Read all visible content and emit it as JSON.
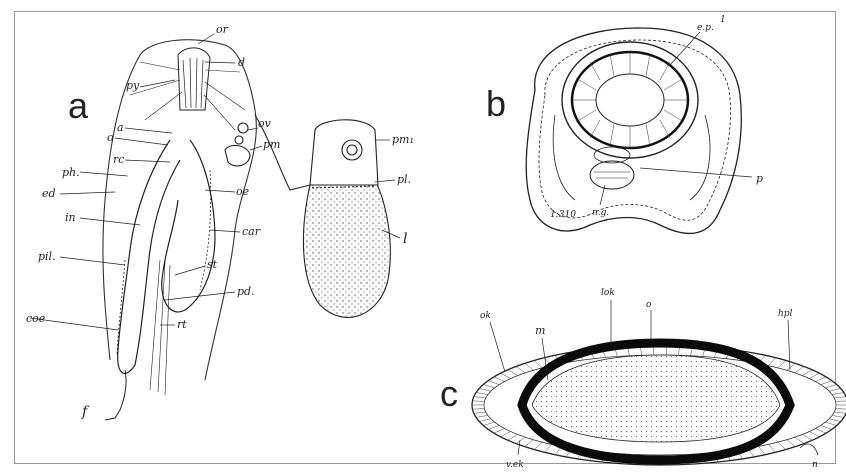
{
  "panels": {
    "a": {
      "letter": "a",
      "labels": {
        "or": "or",
        "d": "d",
        "py": "py",
        "ov": "ov",
        "pm": "pm",
        "a": "a",
        "o": "o",
        "rc": "rc",
        "ph": "ph.",
        "ed": "ed",
        "oe": "oe",
        "in": "in",
        "car": "car",
        "pil": "pil.",
        "st": "st",
        "pd": "pd.",
        "rt": "rt",
        "coe": "coe",
        "f": "f",
        "pm1": "pm₁",
        "pl": "pl.",
        "l": "l"
      }
    },
    "b": {
      "letter": "b",
      "labels": {
        "num": "1",
        "ep": "e.p.",
        "p": "p",
        "ng": "n.g.",
        "scale": "1:310"
      }
    },
    "c": {
      "letter": "c",
      "labels": {
        "ok": "ok",
        "lok": "lok",
        "o": "o",
        "m": "m",
        "hpl": "hpl",
        "vek": "v.ek",
        "n": "n"
      }
    }
  }
}
